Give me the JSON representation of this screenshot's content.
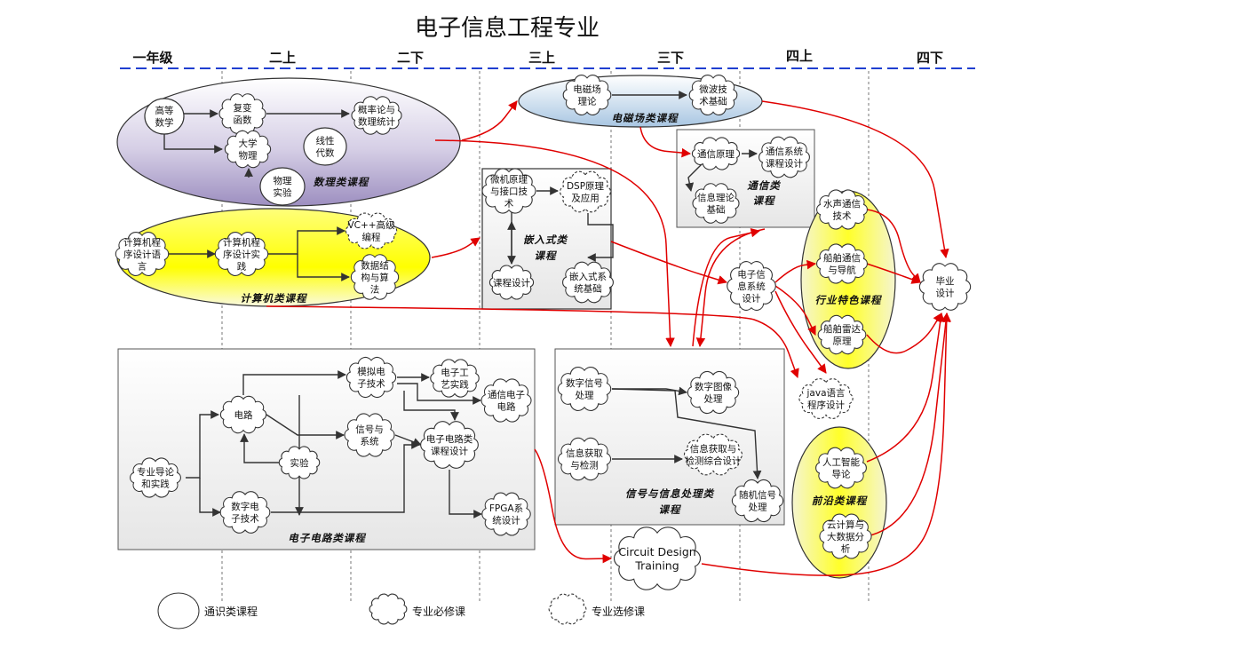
{
  "title": "电子信息工程专业",
  "semesters": [
    "一年级",
    "二上",
    "二下",
    "三上",
    "三下",
    "四上",
    "四下"
  ],
  "groups": {
    "math": "数理类课程",
    "computer": "计算机类课程",
    "em": "电磁场类课程",
    "embedded": [
      "嵌入式类",
      "课程"
    ],
    "comm": [
      "通信类",
      "课程"
    ],
    "industry": "行业特色课程",
    "circuit": "电子电路类课程",
    "signal": [
      "信号与信息处理类",
      "课程"
    ],
    "frontier": "前沿类课程"
  },
  "courses": {
    "advanced_math": [
      "高等",
      "数学"
    ],
    "complex_func": [
      "复变",
      "函数"
    ],
    "probability": [
      "概率论与",
      "数理统计"
    ],
    "univ_physics": [
      "大学",
      "物理"
    ],
    "linear_alg": [
      "线性",
      "代数"
    ],
    "physics_lab": [
      "物理",
      "实验"
    ],
    "prog_lang": [
      "计算机程",
      "序设计语",
      "言"
    ],
    "prog_practice": [
      "计算机程",
      "序设计实",
      "践"
    ],
    "vcpp": [
      "VC++高级",
      "编程"
    ],
    "data_struct": [
      "数据结",
      "构与算",
      "法"
    ],
    "em_field": [
      "电磁场",
      "理论"
    ],
    "microwave": [
      "微波技",
      "术基础"
    ],
    "microcomputer": [
      "微机原理",
      "与接口技",
      "术"
    ],
    "dsp": [
      "DSP原理",
      "及应用"
    ],
    "course_design": [
      "课程设计"
    ],
    "embedded_basic": [
      "嵌入式系",
      "统基础"
    ],
    "comm_principle": [
      "通信原理"
    ],
    "comm_design": [
      "通信系统",
      "课程设计"
    ],
    "info_theory": [
      "信息理论",
      "基础"
    ],
    "underwater": [
      "水声通信",
      "技术"
    ],
    "ship_nav": [
      "船舶通信",
      "与导航"
    ],
    "ship_radar": [
      "船舶雷达",
      "原理"
    ],
    "ee_design": [
      "电子信",
      "息系统",
      "设计"
    ],
    "graduation": [
      "毕业",
      "设计"
    ],
    "java": [
      "java语言",
      "程序设计"
    ],
    "ai": [
      "人工智能",
      "导论"
    ],
    "cloud": [
      "云计算与",
      "大数据分",
      "析"
    ],
    "intro": [
      "专业导论",
      "和实践"
    ],
    "circuits": [
      "电路"
    ],
    "analog": [
      "模拟电",
      "子技术"
    ],
    "craft": [
      "电子工",
      "艺实践"
    ],
    "comm_circuit": [
      "通信电子",
      "电路"
    ],
    "signals": [
      "信号与",
      "系统"
    ],
    "circuit_design": [
      "电子电路类",
      "课程设计"
    ],
    "experiment": [
      "实验"
    ],
    "digital": [
      "数字电",
      "子技术"
    ],
    "fpga": [
      "FPGA系",
      "统设计"
    ],
    "dsig": [
      "数字信号",
      "处理"
    ],
    "image": [
      "数字图像",
      "处理"
    ],
    "acquisition": [
      "信息获取",
      "与检测"
    ],
    "acq_design": [
      "信息获取与",
      "检测综合设计"
    ],
    "random": [
      "随机信号",
      "处理"
    ],
    "cdt": [
      "Circuit Design",
      "Training"
    ]
  },
  "legend": [
    "通识类课程",
    "专业必修课",
    "专业选修课"
  ]
}
